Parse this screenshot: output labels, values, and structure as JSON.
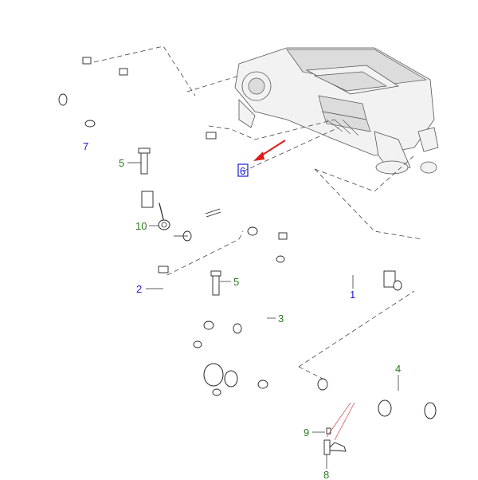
{
  "callouts": {
    "c1": "1",
    "c2": "2",
    "c3": "3",
    "c4": "4",
    "c5a": "5",
    "c5b": "5",
    "c6": "6",
    "c7": "7",
    "c8": "8",
    "c9": "9",
    "c10": "10"
  },
  "colors": {
    "blue_label": "#1a1ad6",
    "green_label": "#2b7a1f",
    "arrow": "#e01b1b",
    "highlight_box": "#1a1ad6"
  }
}
